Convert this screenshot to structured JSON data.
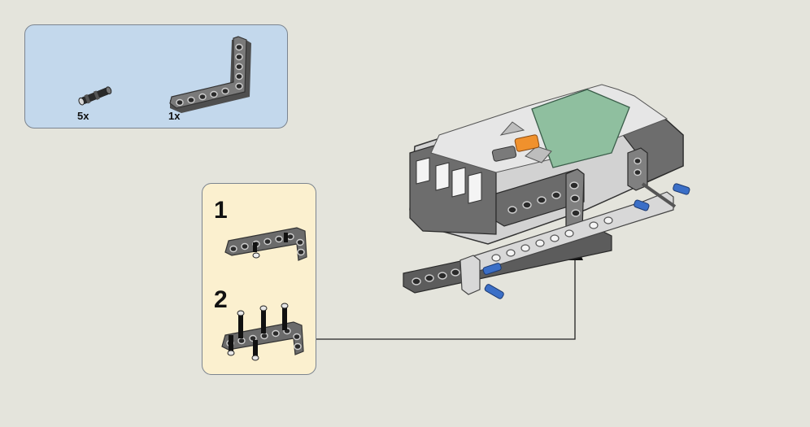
{
  "parts_list": {
    "items": [
      {
        "icon": "axle-pin-icon",
        "quantity": "5x"
      },
      {
        "icon": "l-shaped-beam-icon",
        "quantity": "1x"
      }
    ]
  },
  "sub_assembly": {
    "steps": [
      {
        "number": "1"
      },
      {
        "number": "2"
      }
    ]
  },
  "colors": {
    "parts_bg": "#c3d8ec",
    "sub_bg": "#fbf0cf",
    "beam": "#6b6b6b",
    "brick_body": "#d2d2d2",
    "screen": "#8fbf9f",
    "orange_button": "#f0912d",
    "pin_blue": "#3b6fc7"
  }
}
